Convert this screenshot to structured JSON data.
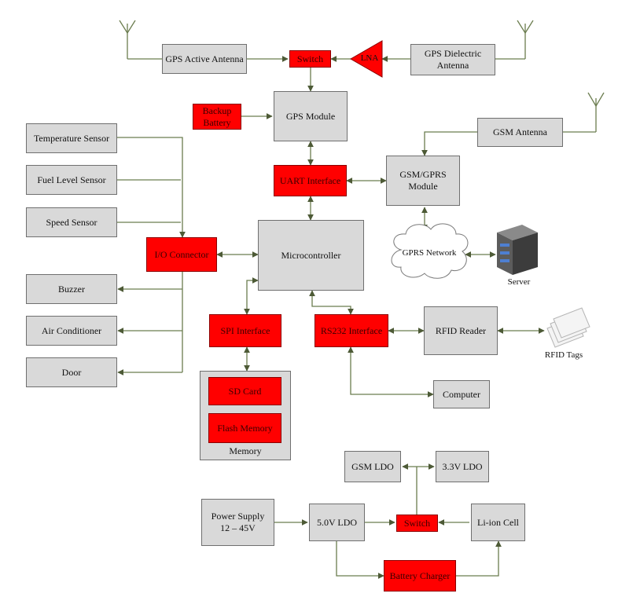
{
  "blocks": {
    "gps_active_antenna": "GPS Active Antenna",
    "switch_gps": "Switch",
    "lna": "LNA",
    "gps_dielectric_antenna": "GPS Dielectric\nAntenna",
    "backup_battery": "Backup\nBattery",
    "gps_module": "GPS Module",
    "gsm_antenna": "GSM Antenna",
    "temperature_sensor": "Temperature Sensor",
    "fuel_level_sensor": "Fuel Level Sensor",
    "speed_sensor": "Speed Sensor",
    "uart_interface": "UART Interface",
    "gsm_gprs_module": "GSM/GPRS\nModule",
    "io_connector": "I/O Connector",
    "microcontroller": "Microcontroller",
    "gprs_network": "GPRS Network",
    "server": "Server",
    "buzzer": "Buzzer",
    "air_conditioner": "Air Conditioner",
    "door": "Door",
    "spi_interface": "SPI Interface",
    "rs232_interface": "RS232 Interface",
    "rfid_reader": "RFID Reader",
    "rfid_tags": "RFID Tags",
    "computer": "Computer",
    "sd_card": "SD Card",
    "flash_memory": "Flash Memory",
    "memory": "Memory",
    "gsm_ldo": "GSM LDO",
    "ldo_3v3": "3.3V LDO",
    "power_supply": "Power Supply\n12 – 45V",
    "ldo_5v": "5.0V LDO",
    "switch_power": "Switch",
    "li_ion_cell": "Li-ion Cell",
    "battery_charger": "Battery Charger"
  },
  "colors": {
    "block_gray": "#d9d9d9",
    "block_red": "#ff0000",
    "connector": "#6b7d4f"
  }
}
